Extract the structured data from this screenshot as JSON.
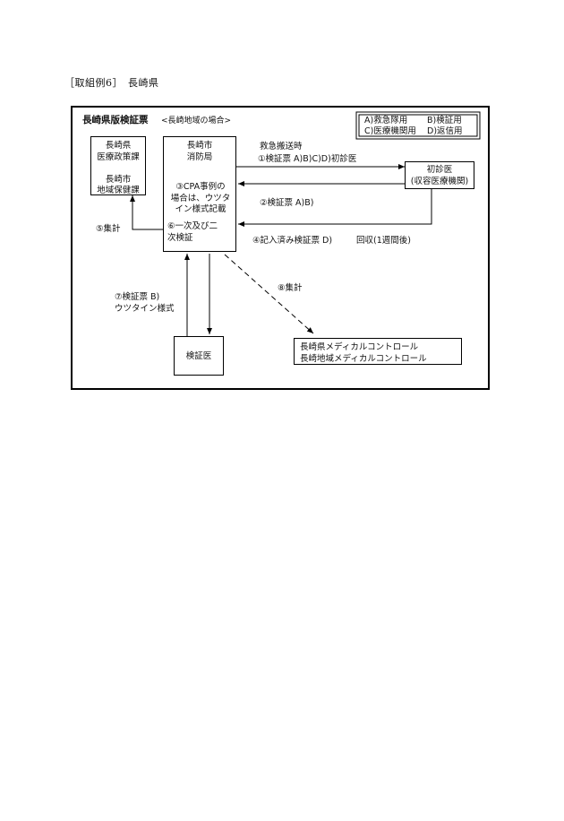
{
  "heading": "［取組例6］　長崎県",
  "title": "長崎県版検証票",
  "subtitle": "<長崎地域の場合>",
  "legend": {
    "a": "A)救急隊用",
    "b": "B)検証用",
    "c": "C)医療機関用",
    "d": "D)返信用"
  },
  "nodes": {
    "prefecture": "長崎県\n医療政策課\n\n長崎市\n地域保健課",
    "fire_dept": "長崎市\n消防局",
    "cpa_note": "③CPA事例の\n場合は、ウツタ\nイン様式記載",
    "verification": "⑥一次及び二\n次検証",
    "first_doctor": "初診医\n(収容医療機関)",
    "verifier": "検証医",
    "medical_control": "長崎県メディカルコントロール\n長崎地域メディカルコントロール"
  },
  "edges": {
    "transport": "救急搬送時",
    "step1": "①検証票 A)B)C)D)初診医",
    "step2": "②検証票 A)B)",
    "step4": "④記入済み検証票 D)",
    "collection": "回収(1週間後)",
    "step5": "⑤集計",
    "step7": "⑦検証票 B)\nウツタイン様式",
    "step8": "⑧集計"
  }
}
